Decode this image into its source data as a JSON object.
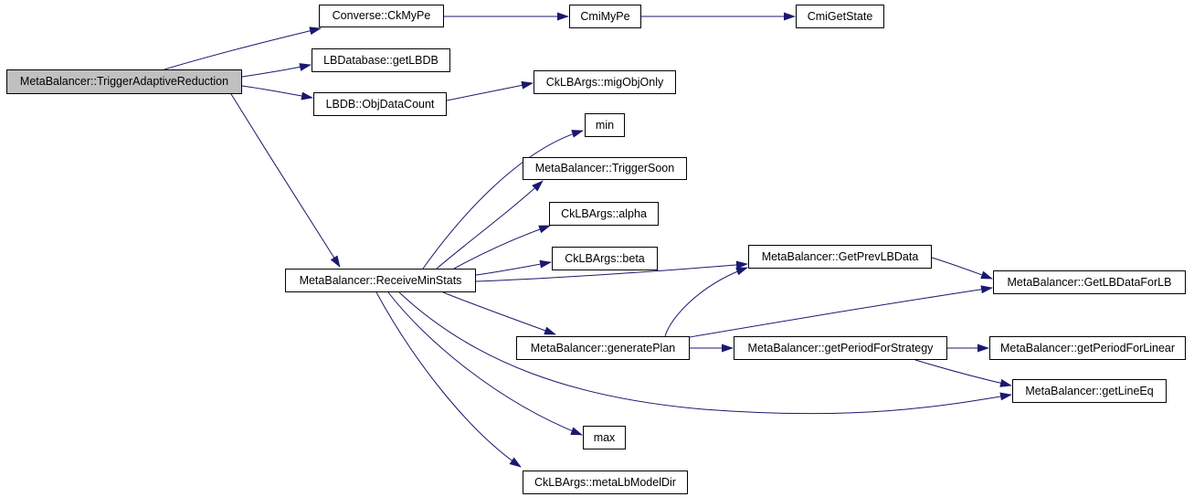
{
  "diagram": {
    "type": "call-graph",
    "title": "MetaBalancer::TriggerAdaptiveReduction call graph",
    "colors": {
      "edge": "#191970",
      "node_border": "#000000",
      "node_fill": "#ffffff",
      "highlight_fill": "#c0c0c0",
      "text": "#000000",
      "background": "#ffffff"
    },
    "nodes": [
      {
        "id": "trigger",
        "label": "MetaBalancer::TriggerAdaptiveReduction",
        "highlighted": true
      },
      {
        "id": "ckmype",
        "label": "Converse::CkMyPe",
        "highlighted": false
      },
      {
        "id": "cmimype",
        "label": "CmiMyPe",
        "highlighted": false
      },
      {
        "id": "cmigetstate",
        "label": "CmiGetState",
        "highlighted": false
      },
      {
        "id": "getlbdb",
        "label": "LBDatabase::getLBDB",
        "highlighted": false
      },
      {
        "id": "objdatacount",
        "label": "LBDB::ObjDataCount",
        "highlighted": false
      },
      {
        "id": "migobjonly",
        "label": "CkLBArgs::migObjOnly",
        "highlighted": false
      },
      {
        "id": "min",
        "label": "min",
        "highlighted": false
      },
      {
        "id": "triggersoon",
        "label": "MetaBalancer::TriggerSoon",
        "highlighted": false
      },
      {
        "id": "alpha",
        "label": "CkLBArgs::alpha",
        "highlighted": false
      },
      {
        "id": "beta",
        "label": "CkLBArgs::beta",
        "highlighted": false
      },
      {
        "id": "receiveminstats",
        "label": "MetaBalancer::ReceiveMinStats",
        "highlighted": false
      },
      {
        "id": "getprevlbdata",
        "label": "MetaBalancer::GetPrevLBData",
        "highlighted": false
      },
      {
        "id": "getlbdataforlb",
        "label": "MetaBalancer::GetLBDataForLB",
        "highlighted": false
      },
      {
        "id": "generateplan",
        "label": "MetaBalancer::generatePlan",
        "highlighted": false
      },
      {
        "id": "getperiodforstrategy",
        "label": "MetaBalancer::getPeriodForStrategy",
        "highlighted": false
      },
      {
        "id": "getperiodforlinear",
        "label": "MetaBalancer::getPeriodForLinear",
        "highlighted": false
      },
      {
        "id": "getlineeq",
        "label": "MetaBalancer::getLineEq",
        "highlighted": false
      },
      {
        "id": "max",
        "label": "max",
        "highlighted": false
      },
      {
        "id": "metalbmodeldir",
        "label": "CkLBArgs::metaLbModelDir",
        "highlighted": false
      }
    ],
    "edges": [
      {
        "from": "trigger",
        "to": "ckmype"
      },
      {
        "from": "trigger",
        "to": "getlbdb"
      },
      {
        "from": "trigger",
        "to": "objdatacount"
      },
      {
        "from": "trigger",
        "to": "receiveminstats"
      },
      {
        "from": "ckmype",
        "to": "cmimype"
      },
      {
        "from": "cmimype",
        "to": "cmigetstate"
      },
      {
        "from": "objdatacount",
        "to": "migobjonly"
      },
      {
        "from": "receiveminstats",
        "to": "min"
      },
      {
        "from": "receiveminstats",
        "to": "triggersoon"
      },
      {
        "from": "receiveminstats",
        "to": "alpha"
      },
      {
        "from": "receiveminstats",
        "to": "beta"
      },
      {
        "from": "receiveminstats",
        "to": "getprevlbdata"
      },
      {
        "from": "receiveminstats",
        "to": "generateplan"
      },
      {
        "from": "receiveminstats",
        "to": "getlineeq"
      },
      {
        "from": "receiveminstats",
        "to": "max"
      },
      {
        "from": "receiveminstats",
        "to": "metalbmodeldir"
      },
      {
        "from": "getprevlbdata",
        "to": "getlbdataforlb"
      },
      {
        "from": "generateplan",
        "to": "getprevlbdata"
      },
      {
        "from": "generateplan",
        "to": "getlbdataforlb"
      },
      {
        "from": "generateplan",
        "to": "getperiodforstrategy"
      },
      {
        "from": "getperiodforstrategy",
        "to": "getperiodforlinear"
      },
      {
        "from": "getperiodforstrategy",
        "to": "getlineeq"
      }
    ]
  }
}
